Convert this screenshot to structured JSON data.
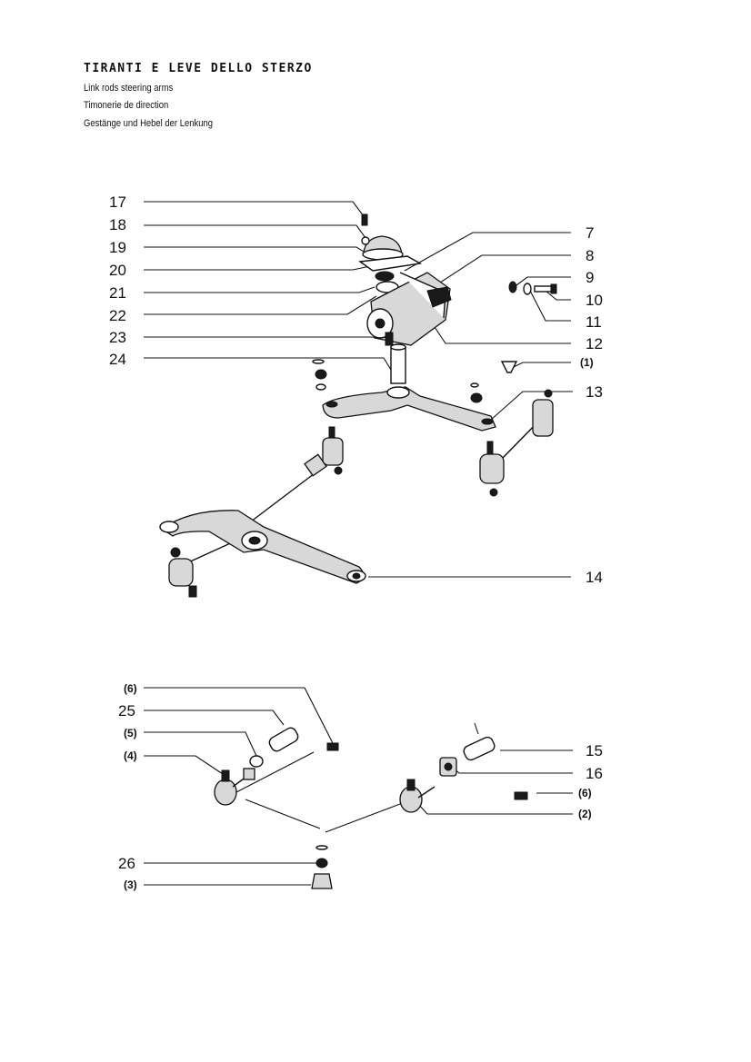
{
  "header": {
    "title": "TIRANTI E LEVE DELLO STERZO",
    "subtitle_en": "Link rods steering arms",
    "subtitle_fr": "Timonerie de direction",
    "subtitle_de": "Gestänge und Hebel der Lenkung"
  },
  "callouts": {
    "c17": "17",
    "c18": "18",
    "c19": "19",
    "c20": "20",
    "c21": "21",
    "c22": "22",
    "c23": "23",
    "c24": "24",
    "c7": "7",
    "c8": "8",
    "c9": "9",
    "c10": "10",
    "c11": "11",
    "c12": "12",
    "c1": "(1)",
    "c13": "13",
    "c14": "14",
    "c6a": "(6)",
    "c25": "25",
    "c5": "(5)",
    "c4": "(4)",
    "c15": "15",
    "c16": "16",
    "c6b": "(6)",
    "c2": "(2)",
    "c26": "26",
    "c3": "(3)"
  }
}
